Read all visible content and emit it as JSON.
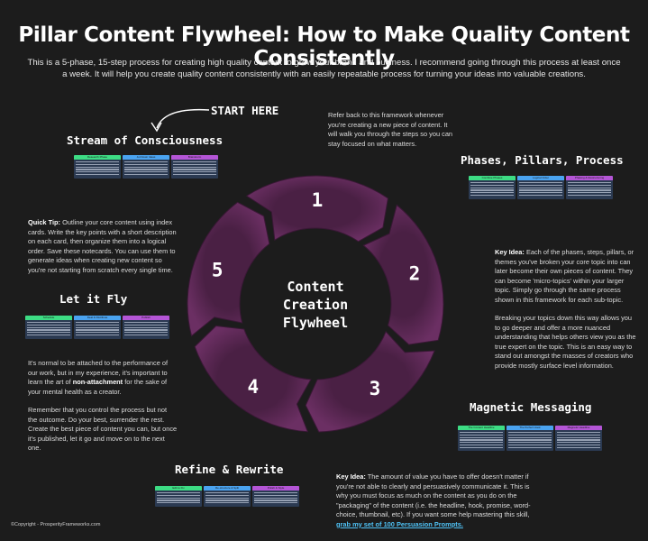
{
  "title": "Pillar Content Flywheel: How to Make Quality Content Consistently",
  "intro": "This is a 5-phase, 15-step process for creating high quality content to grow your brand and business. I recommend going through this process at least once a week. It will help you create quality content consistently with an easily repeatable process for turning your ideas into valuable creations.",
  "start_label": "START HERE",
  "refer_note": "Refer back to this framework whenever you're creating a new piece of content. It will walk you through the steps so you can stay focused on what matters.",
  "center_label": [
    "Content",
    "Creation",
    "Flywheel"
  ],
  "phases": [
    {
      "number": "1",
      "title": "Stream of Consciousness",
      "cards": [
        "Research Phase",
        "Jot Down Ideas",
        "Brainstorm"
      ]
    },
    {
      "number": "2",
      "title": "Phases, Pillars, Process",
      "cards": [
        "Combine Phases",
        "Logical Order",
        "Phasing & Restructuring"
      ]
    },
    {
      "number": "3",
      "title": "Magnetic Messaging",
      "cards": [
        "The Content Headline",
        "The Perfect Hook",
        "Magnetic Headline"
      ]
    },
    {
      "number": "4",
      "title": "Refine & Rewrite",
      "cards": [
        "Edit to Fix",
        "Re-structure & Split",
        "Polish & Style"
      ]
    },
    {
      "number": "5",
      "title": "Let it Fly",
      "cards": [
        "Schedule",
        "Deal & Distribute",
        "Publish"
      ]
    }
  ],
  "tips": {
    "quick_tip_label": "Quick Tip:",
    "quick_tip": "Outline your core content using index cards. Write the key points with a short description on each card, then organize them into a logical order. Save these notecards. You can use them to generate ideas when creating new content so you're not starting from scratch every single time.",
    "key_idea_label": "Key Idea:",
    "key_idea": "Each of the phases, steps, pillars, or themes you've broken your core topic into can later become their own pieces of content. They can become 'micro-topics' within your larger topic. Simply go through the same process shown in this framework for each sub-topic.",
    "breaking_down": "Breaking your topics down this way allows you to go deeper and offer a more nuanced understanding that helps others view you as the true expert on the topic. This is an easy way to stand out amongst the masses of creators who provide mostly surface level information.",
    "attachment_pre": "It's normal to be attached to the performance of our work, but in my experience, it's important to learn the art of ",
    "attachment_bold": "non-attachment",
    "attachment_post": " for the sake of your mental health as a creator.",
    "control": "Remember that you control the process but not the outcome. Do your best, surrender the rest. Create the best piece of content you can, but once it's published, let it go and move on to the next one.",
    "value_label": "Key Idea:",
    "value_text": "The amount of value you have to offer doesn't matter if you're not able to clearly and persuasively communicate it. This is why you must focus as much on the content as you do on the \"packaging\" of the content (i.e. the headline, hook, promise, word-choice, thumbnail, etc). If you want some help mastering this skill, ",
    "value_link": "grab my set of 100 Persuasion Prompts."
  },
  "copyright": "©Copyright - ProsperityFrameworks.com",
  "colors": {
    "ring": "#6b2f63",
    "ring_dark": "#4a2044",
    "green": "#3ddc84",
    "blue": "#4aa3f0",
    "purple": "#b455d6"
  }
}
